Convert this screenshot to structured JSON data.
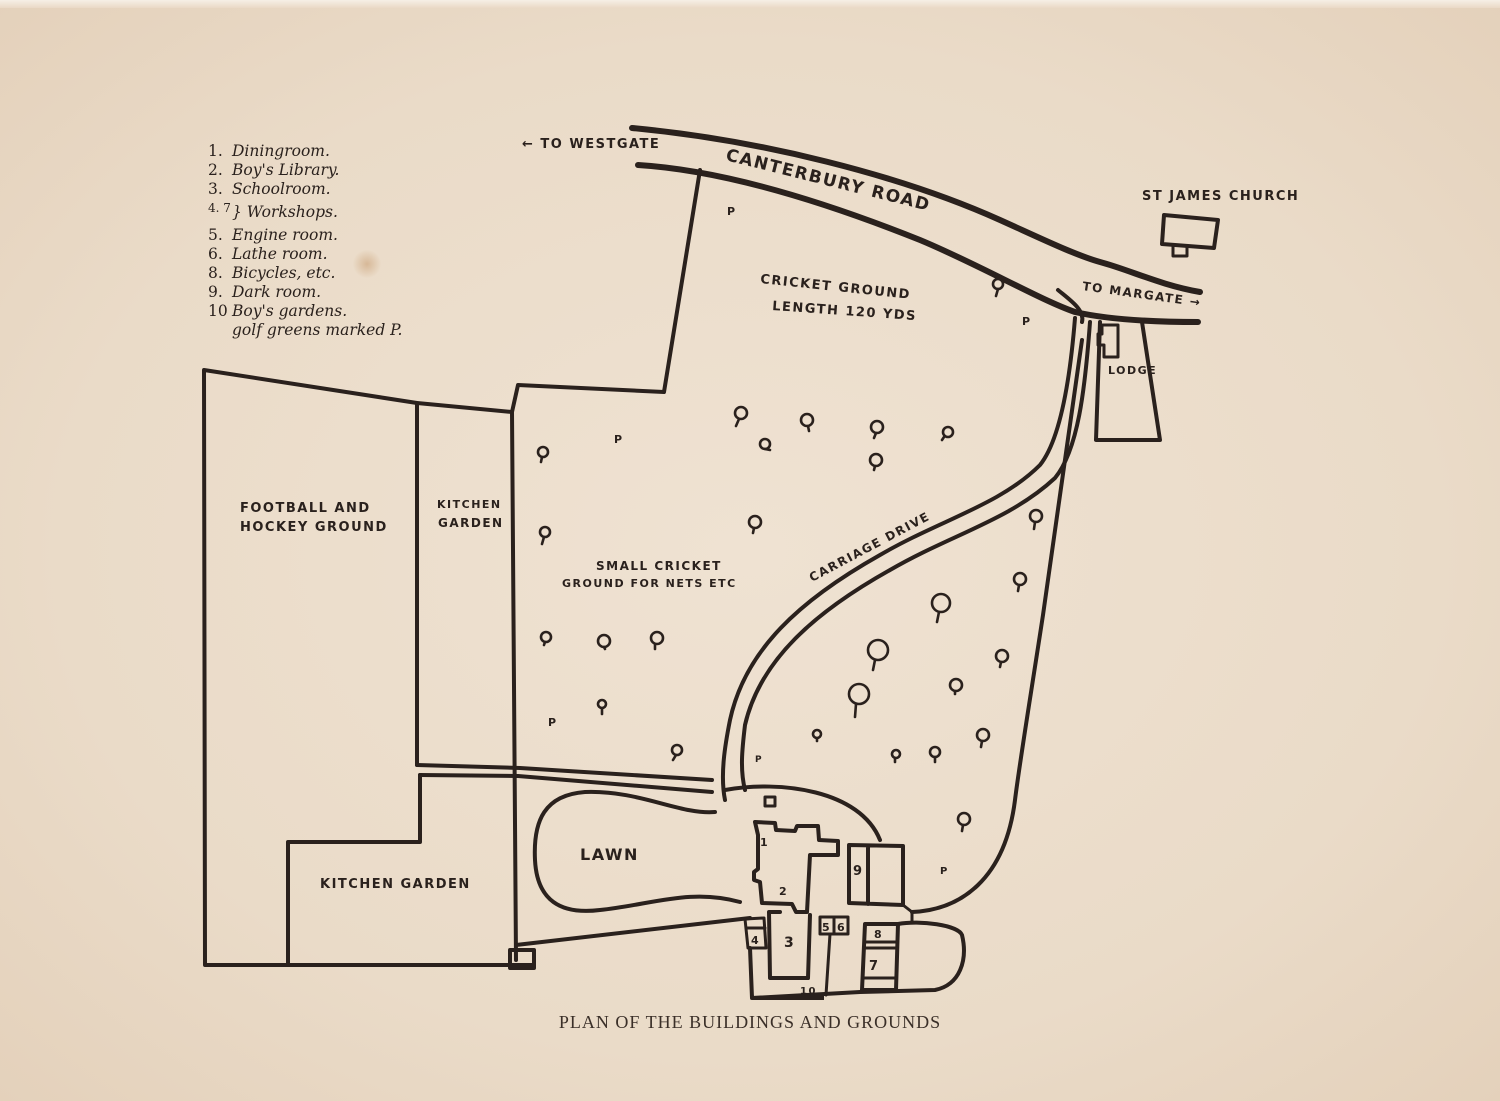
{
  "document": {
    "caption": "PLAN OF THE BUILDINGS AND GROUNDS",
    "colors": {
      "paper": "#ead9c6",
      "ink": "#2a211d"
    }
  },
  "legend": {
    "items": [
      {
        "num": "1.",
        "label": "Diningroom."
      },
      {
        "num": "2.",
        "label": "Boy's Library."
      },
      {
        "num": "3.",
        "label": "Schoolroom."
      },
      {
        "num": "4. 7",
        "label": "} Workshops."
      },
      {
        "num": "5.",
        "label": "Engine room."
      },
      {
        "num": "6.",
        "label": "Lathe room."
      },
      {
        "num": "8.",
        "label": "Bicycles, etc."
      },
      {
        "num": "9.",
        "label": "Dark room."
      },
      {
        "num": "10",
        "label": "Boy's gardens."
      },
      {
        "num": "",
        "label": "golf greens marked P."
      }
    ]
  },
  "map": {
    "roads": {
      "to_westgate": "← TO WESTGATE",
      "canterbury_road": "CANTERBURY ROAD",
      "to_margate": "TO MARGATE →",
      "carriage_drive": "CARRIAGE DRIVE"
    },
    "areas": {
      "church": "ST JAMES CHURCH",
      "lodge": "LODGE",
      "cricket_ground_1": "CRICKET GROUND",
      "cricket_ground_2": "LENGTH 120 YDS",
      "small_cricket_1": "SMALL CRICKET",
      "small_cricket_2": "GROUND FOR NETS ETC",
      "football_1": "FOOTBALL AND",
      "football_2": "HOCKEY GROUND",
      "kitchen_garden_upper_1": "KITCHEN",
      "kitchen_garden_upper_2": "GARDEN",
      "kitchen_garden_lower": "KITCHEN GARDEN",
      "lawn": "LAWN"
    },
    "building_numbers": [
      "1",
      "2",
      "3",
      "4",
      "5",
      "6",
      "7",
      "8",
      "9",
      "10"
    ],
    "golf_green_marker": "P"
  }
}
